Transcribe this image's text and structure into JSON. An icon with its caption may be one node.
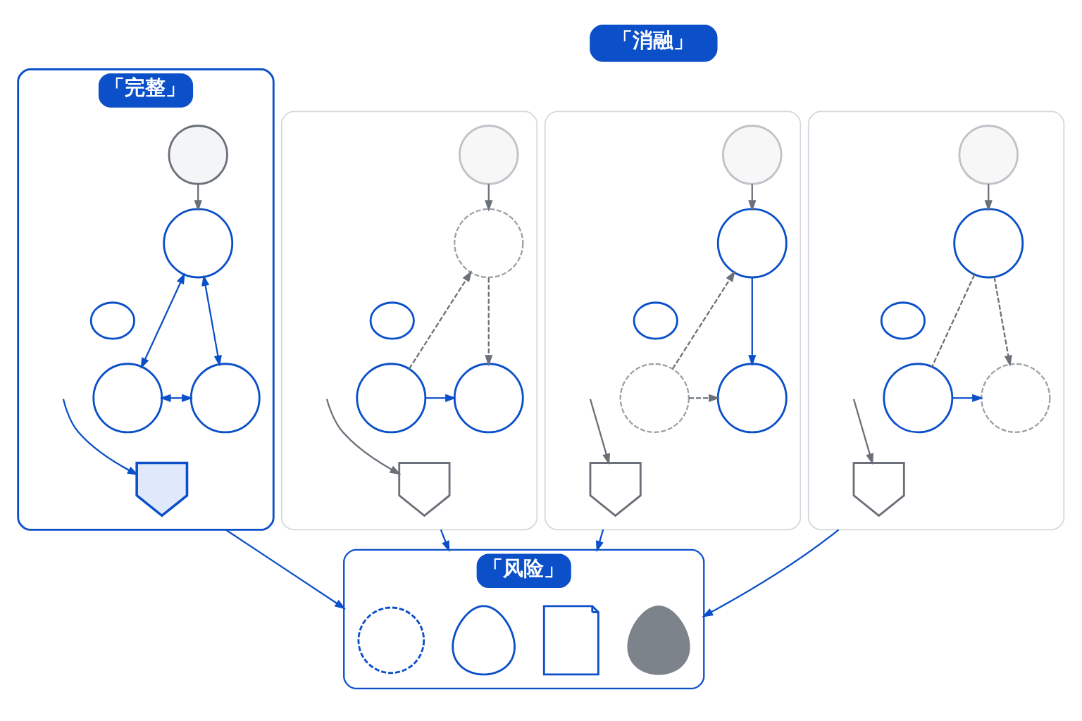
{
  "diagram": {
    "nodes": [
      {
        "text": [
          "「完整」"
        ]
      },
      {
        "text": [],
        "shape": "person",
        "in": 0
      },
      {
        "text": [],
        "shape": "circle",
        "in": 0
      },
      {
        "text": [],
        "shape": "brain",
        "in": 0
      },
      {
        "text": [],
        "shape": "circle",
        "in": 0
      },
      {
        "text": [],
        "shape": "circle",
        "in": 0
      },
      {
        "text": [],
        "shape": "shield",
        "in": 0
      },
      {
        "text": [
          "「消融」"
        ]
      },
      {
        "text": [],
        "shape": "box"
      },
      {
        "text": [],
        "shape": "person",
        "in": 8
      },
      {
        "text": [],
        "shape": "circle",
        "in": 8
      },
      {
        "text": [],
        "shape": "brain",
        "in": 8
      },
      {
        "text": [],
        "shape": "circle",
        "in": 8
      },
      {
        "text": [],
        "shape": "circle",
        "in": 8
      },
      {
        "text": [],
        "shape": "shield",
        "in": 8
      },
      {
        "text": [],
        "shape": "box"
      },
      {
        "text": [],
        "shape": "person",
        "in": 15
      },
      {
        "text": [],
        "shape": "circle",
        "in": 15
      },
      {
        "text": [],
        "shape": "brain",
        "in": 15
      },
      {
        "text": [],
        "shape": "circle",
        "in": 15
      },
      {
        "text": [],
        "shape": "circle",
        "in": 15
      },
      {
        "text": [],
        "shape": "shield",
        "in": 15
      },
      {
        "text": [],
        "shape": "box"
      },
      {
        "text": [],
        "shape": "person",
        "in": 22
      },
      {
        "text": [],
        "shape": "circle",
        "in": 22
      },
      {
        "text": [],
        "shape": "brain",
        "in": 22
      },
      {
        "text": [],
        "shape": "circle",
        "in": 22
      },
      {
        "text": [],
        "shape": "circle",
        "in": 22
      },
      {
        "text": [],
        "shape": "shield",
        "in": 22
      },
      {
        "text": [
          "「风险」"
        ]
      },
      {
        "text": [],
        "shape": "magnifier",
        "in": 29
      },
      {
        "text": [],
        "shape": "head",
        "in": 29
      },
      {
        "text": [],
        "shape": "document",
        "in": 29
      },
      {
        "text": [],
        "shape": "mask",
        "in": 29
      }
    ],
    "edges": [
      {
        "from": 1,
        "to": 2,
        "arrow": "to"
      },
      {
        "from": 2,
        "to": 4,
        "arrow": "both",
        "color": "#0b50c8"
      },
      {
        "from": 2,
        "to": 5,
        "arrow": "both",
        "color": "#0b50c8"
      },
      {
        "from": 4,
        "to": 5,
        "arrow": "both",
        "color": "#0b50c8"
      },
      {
        "from": null,
        "to": 6,
        "arrow": "to",
        "color": "#0b50c8"
      },
      {
        "from": 9,
        "to": 10,
        "arrow": "to"
      },
      {
        "from": 12,
        "to": 10,
        "arrow": "to",
        "style": "dashed"
      },
      {
        "from": 10,
        "to": 13,
        "arrow": "to",
        "style": "dashed"
      },
      {
        "from": 12,
        "to": 13,
        "arrow": "to",
        "color": "#0b50c8"
      },
      {
        "from": null,
        "to": 14,
        "arrow": "to"
      },
      {
        "from": 16,
        "to": 17,
        "arrow": "to"
      },
      {
        "from": 19,
        "to": 17,
        "arrow": "to",
        "style": "dashed"
      },
      {
        "from": 17,
        "to": 20,
        "arrow": "to",
        "color": "#0b50c8"
      },
      {
        "from": 19,
        "to": 20,
        "arrow": "to",
        "style": "dashed"
      },
      {
        "from": null,
        "to": 21,
        "arrow": "to"
      },
      {
        "from": 23,
        "to": 24,
        "arrow": "to"
      },
      {
        "from": 24,
        "to": 26,
        "arrow": "none",
        "style": "dashed"
      },
      {
        "from": 24,
        "to": 27,
        "arrow": "to",
        "style": "dashed"
      },
      {
        "from": 26,
        "to": 27,
        "arrow": "to",
        "color": "#0b50c8"
      },
      {
        "from": null,
        "to": 28,
        "arrow": "to"
      },
      {
        "from": 0,
        "to": 29,
        "arrow": "to",
        "color": "#0b50c8"
      },
      {
        "from": 8,
        "to": 29,
        "arrow": "to",
        "color": "#0b50c8"
      },
      {
        "from": 15,
        "to": 29,
        "arrow": "to",
        "color": "#0b50c8"
      },
      {
        "from": 22,
        "to": 29,
        "arrow": "to",
        "color": "#0b50c8"
      }
    ]
  }
}
